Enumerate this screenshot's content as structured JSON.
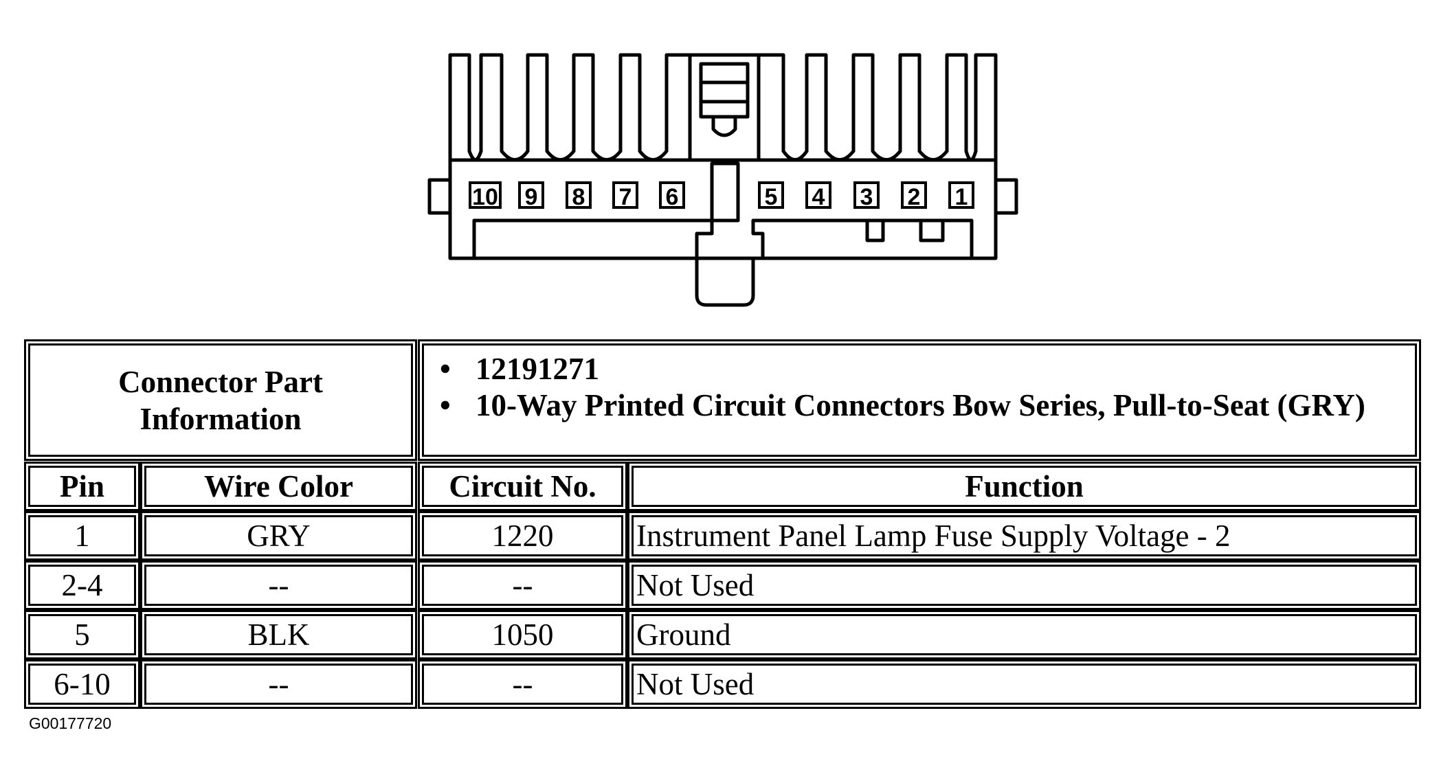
{
  "connector": {
    "pins_left": [
      "10",
      "9",
      "8",
      "7",
      "6"
    ],
    "pins_right": [
      "5",
      "4",
      "3",
      "2",
      "1"
    ]
  },
  "part_info": {
    "label": "Connector Part Information",
    "items": [
      "12191271",
      "10-Way Printed Circuit Connectors Bow Series, Pull-to-Seat (GRY)"
    ],
    "bullet": "•"
  },
  "table": {
    "headers": {
      "pin": "Pin",
      "wire_color": "Wire Color",
      "circuit": "Circuit No.",
      "function": "Function"
    },
    "rows": [
      {
        "pin": "1",
        "wire_color": "GRY",
        "circuit": "1220",
        "function": "Instrument Panel Lamp Fuse Supply Voltage - 2"
      },
      {
        "pin": "2-4",
        "wire_color": "--",
        "circuit": "--",
        "function": "Not Used"
      },
      {
        "pin": "5",
        "wire_color": "BLK",
        "circuit": "1050",
        "function": "Ground"
      },
      {
        "pin": "6-10",
        "wire_color": "--",
        "circuit": "--",
        "function": "Not Used"
      }
    ]
  },
  "figure_id": "G00177720"
}
